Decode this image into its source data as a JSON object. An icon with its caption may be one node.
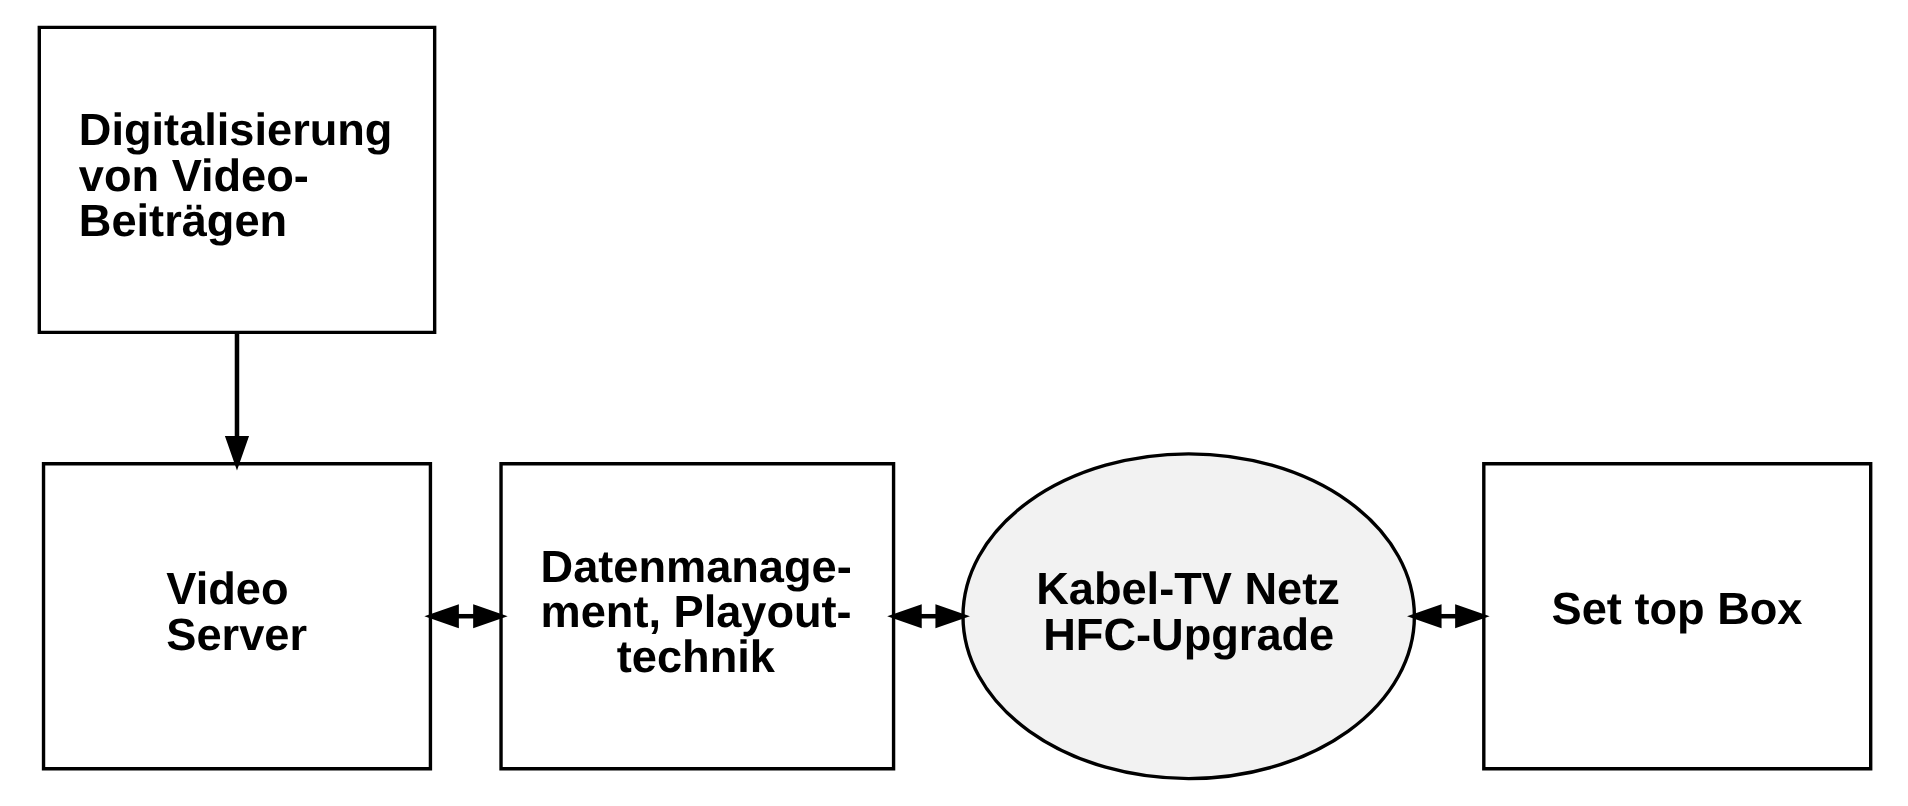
{
  "diagram": {
    "nodes": [
      {
        "text": [
          "Digitalisierung von Video- Beiträgen"
        ]
      },
      {
        "text": [
          "Video Server"
        ]
      },
      {
        "text": [
          "Datenmanage- ment, Playout- technik"
        ]
      },
      {
        "text": [
          "Kabel-TV Netz HFC-Upgrade"
        ]
      },
      {
        "text": [
          "Set top Box"
        ]
      }
    ],
    "edges": [
      {
        "from": 0,
        "to": 1,
        "arrow": "to"
      },
      {
        "from": 1,
        "to": 2,
        "arrow": "both"
      },
      {
        "from": 2,
        "to": 3,
        "arrow": "both"
      },
      {
        "from": 3,
        "to": 4,
        "arrow": "both"
      }
    ]
  }
}
